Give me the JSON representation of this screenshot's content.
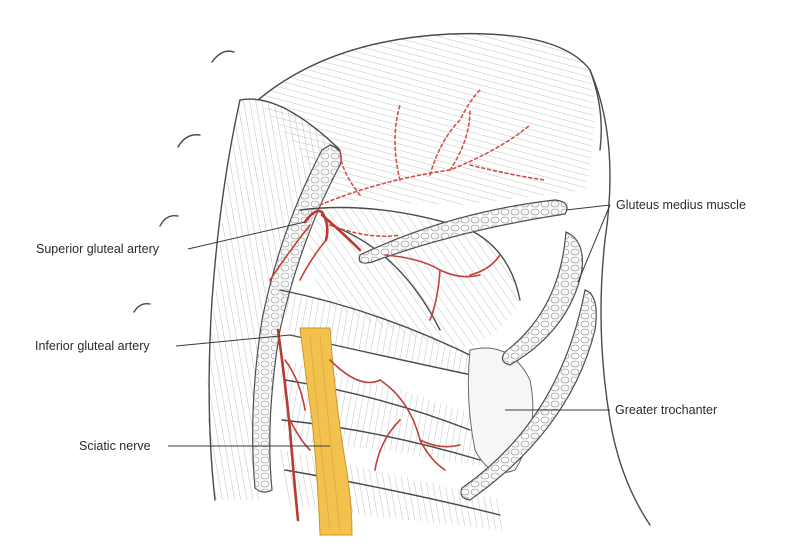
{
  "labels": {
    "gluteus_medius": "Gluteus medius muscle",
    "superior_gluteal_artery": "Superior gluteal artery",
    "inferior_gluteal_artery": "Inferior gluteal artery",
    "greater_trochanter": "Greater trochanter",
    "sciatic_nerve": "Sciatic nerve"
  },
  "colors": {
    "artery": "#b93a32",
    "nerve": "#f2c14e",
    "outline": "#4a4a4a",
    "background": "#ffffff"
  }
}
